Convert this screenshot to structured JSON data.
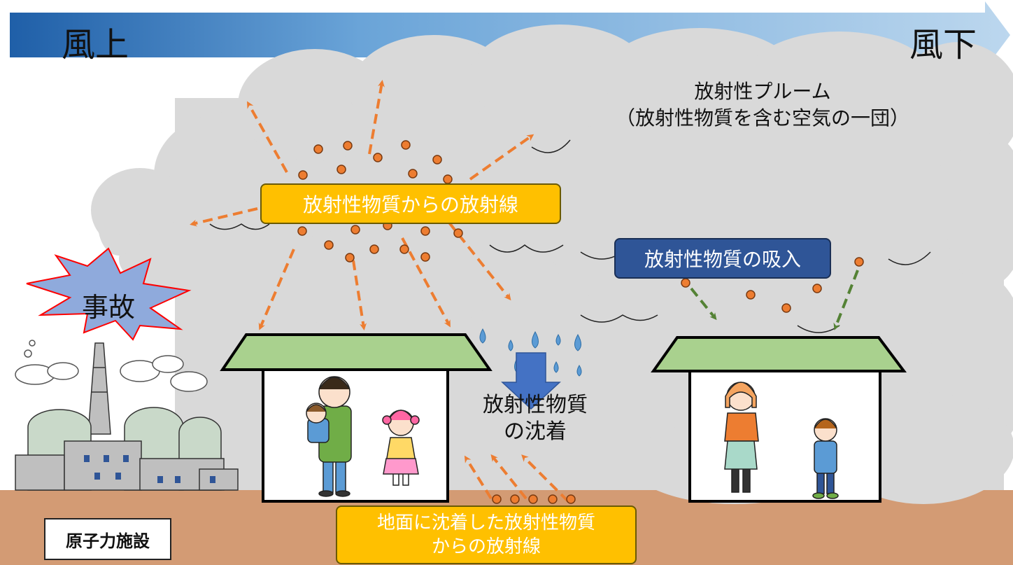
{
  "wind": {
    "upwind": "風上",
    "downwind": "風下"
  },
  "plume": {
    "line1": "放射性プルーム",
    "line2": "（放射性物質を含む空気の一団）"
  },
  "labels": {
    "plume_radiation": "放射性物質からの放射線",
    "inhalation": "放射性物質の吸入",
    "deposition_line1": "放射性物質",
    "deposition_line2": "の沈着",
    "ground_radiation_line1": "地面に沈着した放射性物質",
    "ground_radiation_line2": "からの放射線",
    "accident": "事故",
    "facility": "原子力施設"
  },
  "colors": {
    "wind_arrow_start": "#1f5fa8",
    "wind_arrow_end": "#bcd7ee",
    "cloud": "#d9d9d9",
    "particle": "#ed7d31",
    "radiation_arrow": "#ed7d31",
    "inhale_arrow": "#548235",
    "roof": "#a9d18e",
    "ground": "#d39b74",
    "label_yellow": "#ffc000",
    "label_navy": "#2f5597",
    "deposit_arrow": "#4472c4",
    "rain": "#5b9bd5",
    "explosion_fill": "#8faadc",
    "explosion_edge": "#ff0000"
  },
  "icons": [
    "wind-direction-arrow",
    "radioactive-plume-cloud",
    "explosion-burst-icon",
    "nuclear-plant-icon",
    "house-icon",
    "raindrop-icon",
    "deposit-arrow-icon",
    "person-icon"
  ]
}
